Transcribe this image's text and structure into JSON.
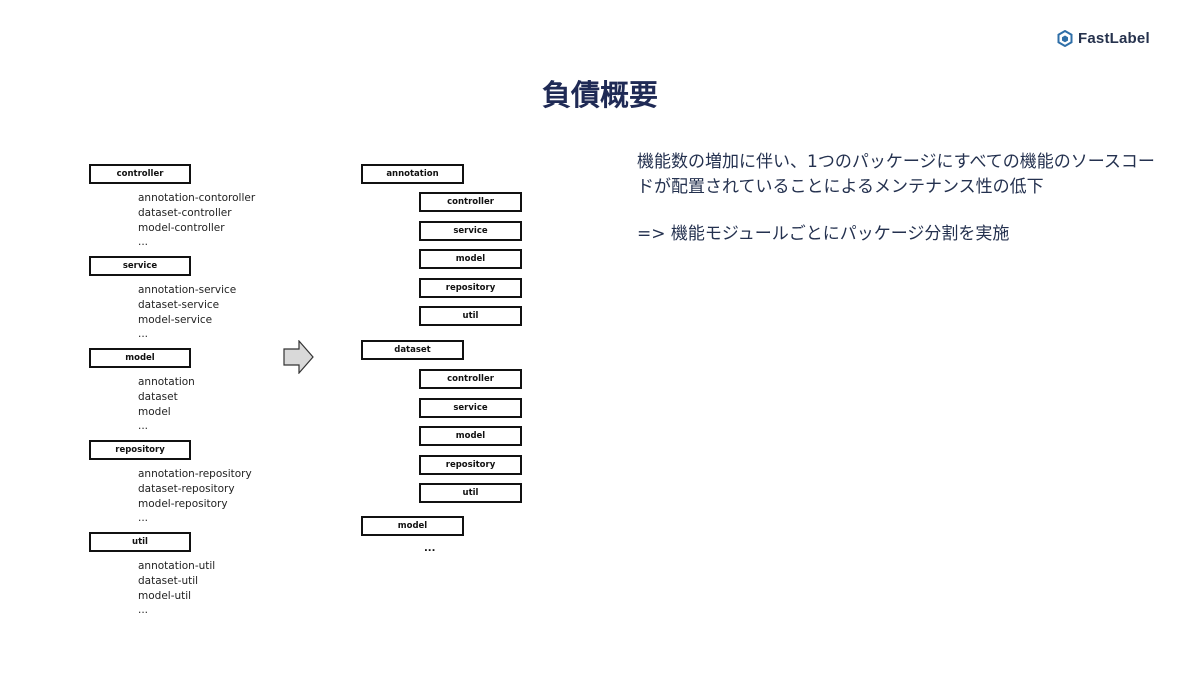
{
  "logo": {
    "text": "FastLabel"
  },
  "title": "負債概要",
  "before": {
    "groups": [
      {
        "label": "controller",
        "items": [
          "annotation-contoroller",
          "dataset-controller",
          "model-controller",
          "..."
        ]
      },
      {
        "label": "service",
        "items": [
          "annotation-service",
          "dataset-service",
          "model-service",
          "..."
        ]
      },
      {
        "label": "model",
        "items": [
          "annotation",
          "dataset",
          "model",
          "..."
        ]
      },
      {
        "label": "repository",
        "items": [
          "annotation-repository",
          "dataset-repository",
          "model-repository",
          "..."
        ]
      },
      {
        "label": "util",
        "items": [
          "annotation-util",
          "dataset-util",
          "model-util",
          "..."
        ]
      }
    ]
  },
  "after": {
    "modules": [
      {
        "label": "annotation",
        "children": [
          "controller",
          "service",
          "model",
          "repository",
          "util"
        ]
      },
      {
        "label": "dataset",
        "children": [
          "controller",
          "service",
          "model",
          "repository",
          "util"
        ]
      },
      {
        "label": "model",
        "children": []
      }
    ],
    "more": "..."
  },
  "description": {
    "problem": "機能数の増加に伴い、1つのパッケージにすべての機能のソースコードが配置されていることによるメンテナンス性の低下",
    "action": "=> 機能モジュールごとにパッケージ分割を実施"
  },
  "colors": {
    "title": "#1f2a55",
    "text": "#24314f",
    "box_border": "#111111",
    "arrow_fill": "#d9d9d9"
  }
}
